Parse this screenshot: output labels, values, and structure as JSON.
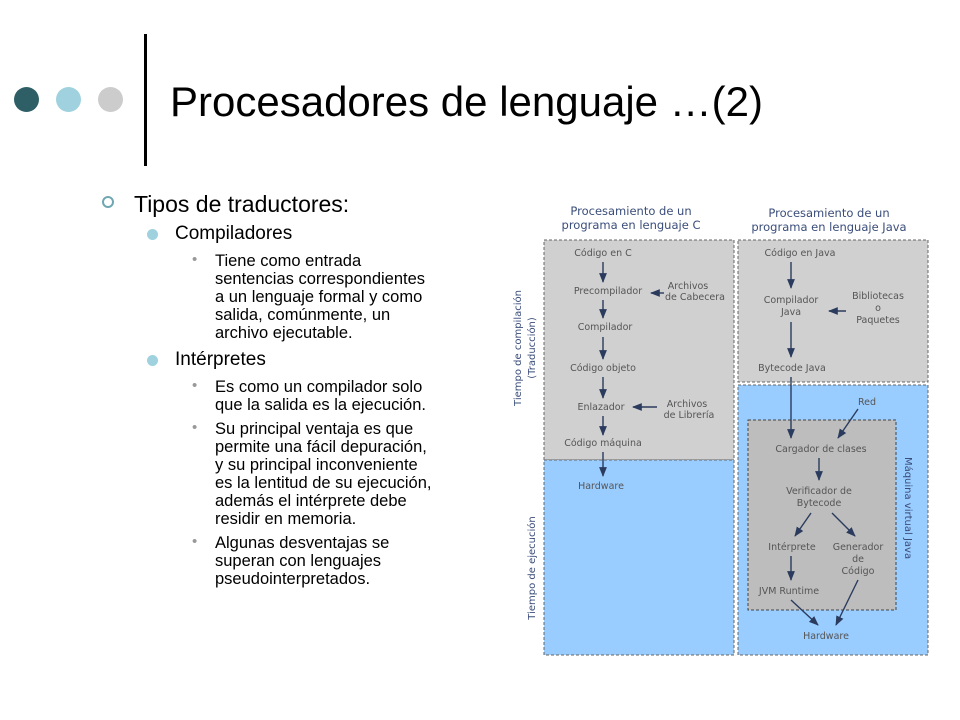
{
  "slide": {
    "title": "Procesadores de lenguaje …(2)",
    "dot_colors": [
      "#2f5f66",
      "#9fd2de",
      "#cccccc"
    ]
  },
  "content": {
    "heading": "Tipos de traductores:",
    "sections": [
      {
        "label": "Compiladores",
        "bullets": [
          [
            "Tiene como entrada",
            "sentencias correspondientes",
            "a un lenguaje formal y como",
            "salida, comúnmente, un",
            "archivo ejecutable."
          ]
        ]
      },
      {
        "label": "Intérpretes",
        "bullets": [
          [
            "Es como un compilador solo",
            "que la salida es la ejecución."
          ],
          [
            "Su principal ventaja es que",
            "permite una fácil depuración,",
            "y su principal inconveniente",
            "es la lentitud de su ejecución,",
            "además el intérprete debe",
            "residir en memoria."
          ],
          [
            "Algunas desventajas se",
            "superan con lenguajes",
            "pseudointerpretados."
          ]
        ]
      }
    ]
  },
  "diagram": {
    "colors": {
      "compile_bg": "#d0d0d0",
      "runtime_bg": "#99ccff",
      "vm_bg": "#bdbdbd",
      "text": "#555555",
      "accent_text": "#3a4d7a"
    },
    "side_labels": {
      "compile_time": [
        "Tiempo de compilación",
        "(Traducción)"
      ],
      "run_time": "Tiempo de ejecución",
      "jvm": "Máquina virtual Java"
    },
    "c_column": {
      "header": [
        "Procesamiento de un",
        "programa en lenguaje C"
      ],
      "codigo_c": "Código en C",
      "precompilador": "Precompilador",
      "archivos_cabecera": [
        "Archivos",
        "de Cabecera"
      ],
      "compilador": "Compilador",
      "codigo_objeto": "Código objeto",
      "enlazador": "Enlazador",
      "archivos_libreria": [
        "Archivos",
        "de Librería"
      ],
      "codigo_maquina": "Código máquina",
      "hardware": "Hardware"
    },
    "java_column": {
      "header": [
        "Procesamiento de un",
        "programa en lenguaje Java"
      ],
      "codigo_java": "Código en Java",
      "compilador_java": [
        "Compilador",
        "Java"
      ],
      "bibliotecas": [
        "Bibliotecas",
        "o",
        "Paquetes"
      ],
      "bytecode": "Bytecode Java",
      "red": "Red",
      "cargador": "Cargador de clases",
      "verificador": [
        "Verificador de",
        "Bytecode"
      ],
      "interprete": "Intérprete",
      "generador": [
        "Generador",
        "de",
        "Código"
      ],
      "jvm_runtime": "JVM Runtime",
      "hardware": "Hardware"
    }
  }
}
